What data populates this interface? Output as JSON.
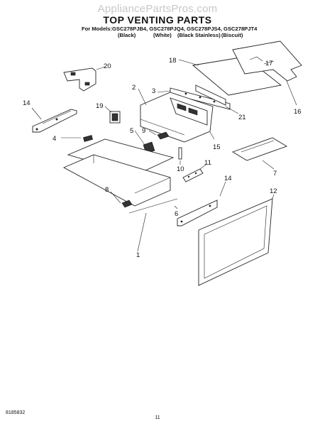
{
  "watermark": "AppliancePartsPros.com",
  "title": "TOP VENTING PARTS",
  "models_line": "For Models:GSC278PJB4, GSC278PJQ4, GSC278PJS4, GSC278PJT4",
  "colors": [
    "(Black)",
    "(White)",
    "(Black Stainless)",
    "(Biscuit)"
  ],
  "callouts": {
    "c1": "1",
    "c2": "2",
    "c3": "3",
    "c4": "4",
    "c5": "5",
    "c6": "6",
    "c7": "7",
    "c8": "8",
    "c9": "9",
    "c10": "10",
    "c11": "11",
    "c12": "12",
    "c14a": "14",
    "c14b": "14",
    "c15": "15",
    "c16": "16",
    "c17": "17",
    "c18": "18",
    "c19": "19",
    "c20": "20",
    "c21": "21"
  },
  "footer": {
    "doc_number": "8185832",
    "page_number": "11"
  }
}
